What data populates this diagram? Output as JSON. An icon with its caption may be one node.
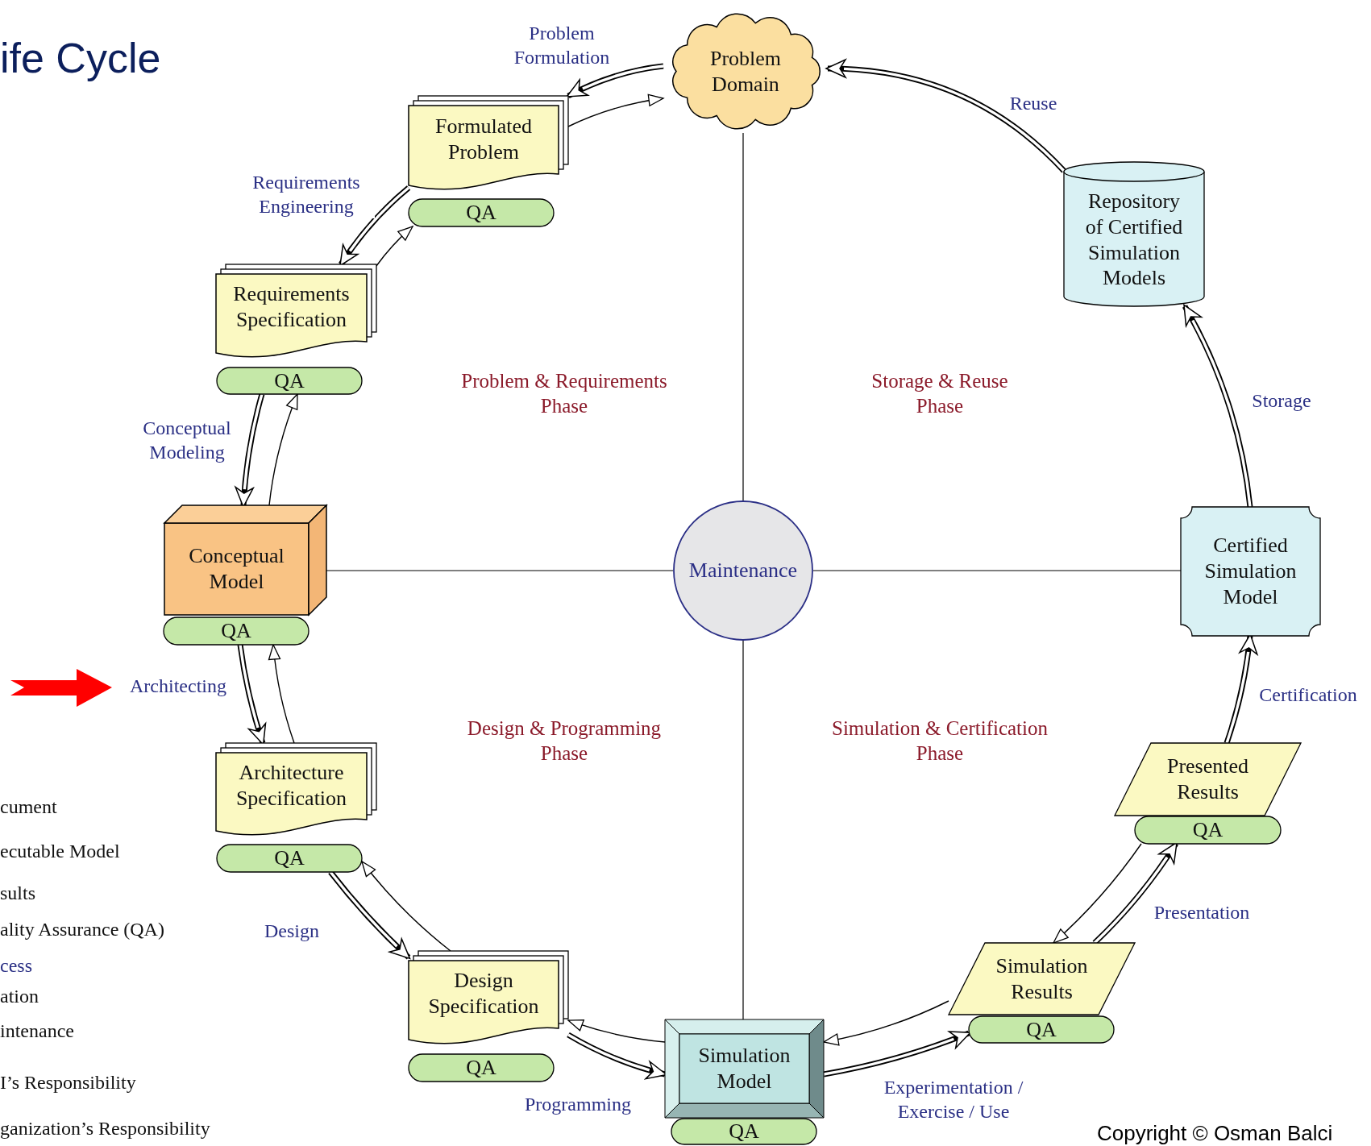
{
  "diagram": {
    "title": "ife Cycle",
    "nodes": [
      {
        "text": [
          "Problem Domain"
        ]
      },
      {
        "text": [
          "Formulated Problem"
        ]
      },
      {
        "text": [
          "QA"
        ]
      },
      {
        "text": [
          "Requirements Specification"
        ]
      },
      {
        "text": [
          "QA"
        ]
      },
      {
        "text": [
          "Conceptual Model"
        ]
      },
      {
        "text": [
          "QA"
        ]
      },
      {
        "text": [
          "Architecture Specification"
        ]
      },
      {
        "text": [
          "QA"
        ]
      },
      {
        "text": [
          "Design Specification"
        ]
      },
      {
        "text": [
          "QA"
        ]
      },
      {
        "text": [
          "Simulation Model"
        ]
      },
      {
        "text": [
          "QA"
        ]
      },
      {
        "text": [
          "Simulation Results"
        ]
      },
      {
        "text": [
          "QA"
        ]
      },
      {
        "text": [
          "Presented Results"
        ]
      },
      {
        "text": [
          "QA"
        ]
      },
      {
        "text": [
          "Certified Simulation Model"
        ]
      },
      {
        "text": [
          "Repository of Certified Simulation Models"
        ]
      },
      {
        "text": [
          "Maintenance"
        ]
      }
    ],
    "edges": [
      {
        "from": 0,
        "to": 1,
        "arrow": "to",
        "style": "thick",
        "label": "Problem Formulation"
      },
      {
        "from": 1,
        "to": 0,
        "arrow": "to"
      },
      {
        "from": 1,
        "to": 3,
        "arrow": "to",
        "style": "thick",
        "label": "Requirements Engineering"
      },
      {
        "from": 3,
        "to": 2,
        "arrow": "to"
      },
      {
        "from": 4,
        "to": 5,
        "arrow": "to",
        "style": "thick",
        "label": "Conceptual Modeling"
      },
      {
        "from": 5,
        "to": 4,
        "arrow": "to"
      },
      {
        "from": 6,
        "to": 7,
        "arrow": "to",
        "style": "thick",
        "label": "Architecting"
      },
      {
        "from": 7,
        "to": 6,
        "arrow": "to"
      },
      {
        "from": 8,
        "to": 9,
        "arrow": "to",
        "style": "thick",
        "label": "Design"
      },
      {
        "from": 9,
        "to": 8,
        "arrow": "to"
      },
      {
        "from": 9,
        "to": 11,
        "arrow": "to",
        "style": "thick",
        "label": "Programming"
      },
      {
        "from": 11,
        "to": 9,
        "arrow": "to"
      },
      {
        "from": 11,
        "to": 14,
        "arrow": "to",
        "style": "thick",
        "label": "Experimentation / Exercise / Use"
      },
      {
        "from": 13,
        "to": 11,
        "arrow": "to"
      },
      {
        "from": 13,
        "to": 16,
        "arrow": "to",
        "style": "thick",
        "label": "Presentation"
      },
      {
        "from": 16,
        "to": 13,
        "arrow": "to"
      },
      {
        "from": 15,
        "to": 17,
        "arrow": "to",
        "style": "thick",
        "label": "Certification"
      },
      {
        "from": 17,
        "to": 18,
        "arrow": "to",
        "style": "thick",
        "label": "Storage"
      },
      {
        "from": 18,
        "to": 0,
        "arrow": "to",
        "style": "thick",
        "label": "Reuse"
      },
      {
        "from": 19,
        "to": 0,
        "arrow": "none"
      },
      {
        "from": 19,
        "to": 5,
        "arrow": "none"
      },
      {
        "from": 19,
        "to": 17,
        "arrow": "none"
      },
      {
        "from": 19,
        "to": 11,
        "arrow": "none"
      }
    ],
    "labels": [
      "Problem & Requirements Phase",
      "Storage & Reuse Phase",
      "Design & Programming Phase",
      "Simulation & Certification Phase",
      "cument",
      "ecutable Model",
      "sults",
      "ality Assurance (QA)",
      "cess",
      "ation",
      "intenance",
      "I’s Responsibility",
      "ganization’s Responsibility",
      "Copyright © Osman Balci"
    ]
  }
}
